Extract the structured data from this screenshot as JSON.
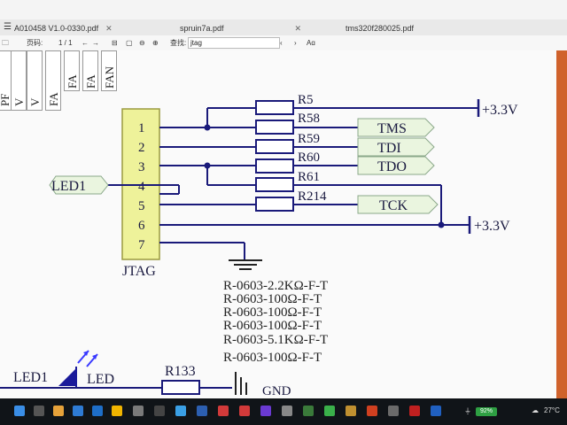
{
  "tabs": [
    {
      "label": "A010458 V1.0-0330.pdf"
    },
    {
      "label": "spruin7a.pdf"
    },
    {
      "label": "tms320f280025.pdf"
    }
  ],
  "toolbar": {
    "page_label": "页码:",
    "page_value": "1 / 1",
    "search_label": "查找:",
    "search_value": "jtag"
  },
  "bookmarks": [
    "PF",
    "V",
    "V",
    "FA",
    "FA",
    "FAN"
  ],
  "schematic": {
    "connector_name": "JTAG",
    "pins": [
      "1",
      "2",
      "3",
      "4",
      "5",
      "6",
      "7"
    ],
    "resistors": [
      "R5",
      "R58",
      "R59",
      "R60",
      "R61",
      "R214"
    ],
    "nets": {
      "tms": "TMS",
      "tdi": "TDI",
      "tdo": "TDO",
      "tck": "TCK",
      "led1": "LED1"
    },
    "power_top": "+3.3V",
    "power_bottom": "+3.3V",
    "specs": [
      "R-0603-2.2KΩ-F-T",
      "R-0603-100Ω-F-T",
      "R-0603-100Ω-F-T",
      "R-0603-100Ω-F-T",
      "R-0603-5.1KΩ-F-T",
      "R-0603-100Ω-F-T"
    ],
    "bottom": {
      "led1": "LED1",
      "led": "LED",
      "r133": "R133",
      "gnd": "GND"
    }
  },
  "taskbar": {
    "battery": "92%",
    "temp": "27°C"
  }
}
